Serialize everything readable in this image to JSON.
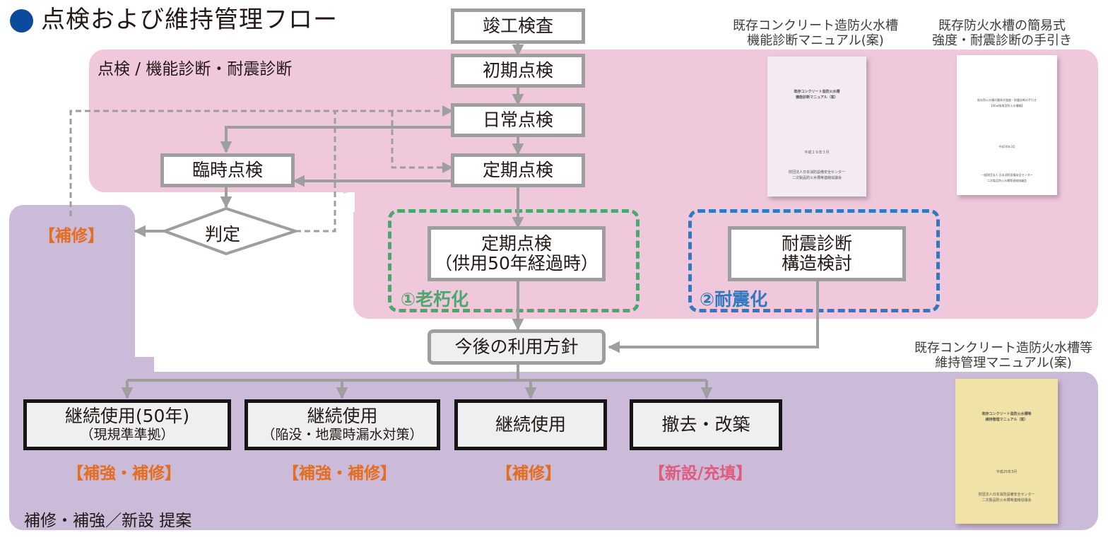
{
  "title": "点検および維持管理フロー",
  "colors": {
    "title_bullet": "#0b4a9c",
    "inspection_region": "#efc8dc",
    "proposal_region": "#cbbad8",
    "connector": "#9e9e9f",
    "aging_group": "#4aa86c",
    "seismic_group": "#2f7abf",
    "repair_tag": "#e56d1f",
    "new_build_tag": "#e25a7b"
  },
  "regions": {
    "inspection": "点検 / 機能診断・耐震診断",
    "proposal": "補修・補強／新設 提案"
  },
  "nodes": {
    "completion_inspection": "竣工検査",
    "initial_inspection": "初期点検",
    "daily_inspection": "日常点検",
    "periodic_inspection": "定期点検",
    "extraordinary_inspection": "臨時点検",
    "judgment": "判定",
    "periodic_50y": {
      "line1": "定期点検",
      "line2": "（供用50年経過時）"
    },
    "seismic_diagnosis": {
      "line1": "耐震診断",
      "line2": "構造検討"
    },
    "future_policy": "今後の利用方針"
  },
  "groups": {
    "aging": "①老朽化",
    "seismic": "②耐震化"
  },
  "repair_tag_left": "【補修】",
  "outcomes": [
    {
      "line1": "継続使用(50年)",
      "line2": "（現規準準拠）",
      "tag": "【補強・補修】",
      "tag_color": "orange"
    },
    {
      "line1": "継続使用",
      "line2": "（陥没・地震時漏水対策）",
      "tag": "【補強・補修】",
      "tag_color": "orange"
    },
    {
      "line1": "継続使用",
      "line2": "",
      "tag": "【補修】",
      "tag_color": "orange"
    },
    {
      "line1": "撤去・改築",
      "line2": "",
      "tag": "【新設/充填】",
      "tag_color": "pink"
    }
  ],
  "documents": [
    {
      "caption_line1": "既存コンクリート造防火水槽",
      "caption_line2": "機能診断マニュアル(案)",
      "cover_title1": "既存コンクリート造防火水槽",
      "cover_title2": "機能診断マニュアル（案）",
      "cover_date": "平成２９年３月",
      "cover_pub1": "財団法人日本消防設備安全センター",
      "cover_pub2": "二次製品防火水槽等連絡協議会"
    },
    {
      "caption_line1": "既存防火水槽の簡易式",
      "caption_line2": "強度・耐震診断の手引き",
      "cover_title1": "既存防火水槽の簡易式強度・耐震診断の手引き",
      "cover_title2": "【40㎥級角型防火水槽編】",
      "cover_date": "平成30年3月",
      "cover_pub1": "一般財団法人 日本消防設備安全センター",
      "cover_pub2": "二次製品防火水槽等連絡協議会"
    },
    {
      "caption_line1": "既存コンクリート造防火水槽等",
      "caption_line2": "維持管理マニュアル(案)",
      "cover_title1": "既存コンクリート造防火水槽等",
      "cover_title2": "維持管理マニュアル（案）",
      "cover_date": "平成25年3月",
      "cover_pub1": "財団法人日本消防設備安全センター",
      "cover_pub2": "二次製品防火水槽等連絡協議会"
    }
  ]
}
